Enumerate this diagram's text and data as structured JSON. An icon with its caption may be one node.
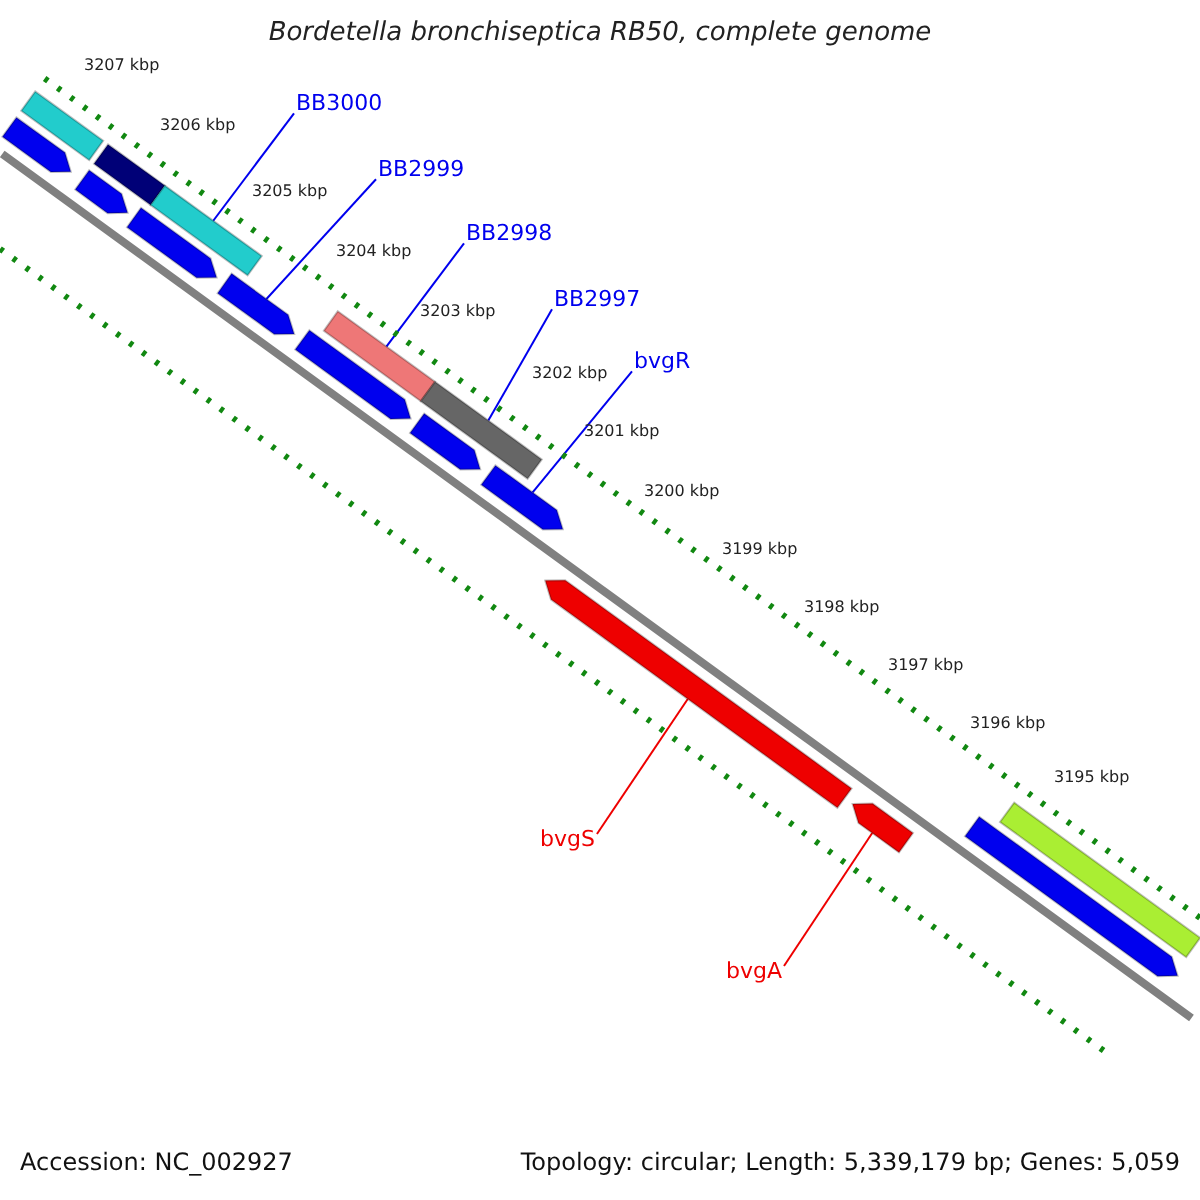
{
  "diagram": {
    "title": "Bordetella bronchiseptica RB50, complete genome",
    "nodes": [
      {
        "text": [
          "BB3000"
        ]
      },
      {
        "text": [
          "BB2999"
        ]
      },
      {
        "text": [
          "BB2998"
        ]
      },
      {
        "text": [
          "BB2997"
        ]
      },
      {
        "text": [
          "bvgR"
        ]
      },
      {
        "text": [
          "bvgS"
        ]
      },
      {
        "text": [
          "bvgA"
        ]
      },
      {
        "text": [],
        "shape": "bar"
      },
      {
        "text": [],
        "shape": "bar"
      },
      {
        "text": [],
        "shape": "bar"
      },
      {
        "text": [],
        "shape": "bar"
      },
      {
        "text": [],
        "shape": "bar"
      },
      {
        "text": [],
        "shape": "bar"
      },
      {
        "text": [],
        "shape": "bar"
      },
      {
        "text": [],
        "shape": "bar"
      },
      {
        "text": [],
        "shape": "bar"
      },
      {
        "text": [],
        "shape": "bar"
      },
      {
        "text": [],
        "shape": "bar"
      },
      {
        "text": [],
        "shape": "bar"
      },
      {
        "text": [],
        "shape": "bar"
      },
      {
        "text": [],
        "shape": "bar"
      },
      {
        "text": [],
        "shape": "bar"
      },
      {
        "text": [],
        "shape": "bar"
      }
    ],
    "edges": [
      {
        "from": 0,
        "to": 11,
        "arrow": "none"
      },
      {
        "from": 1,
        "to": 13,
        "arrow": "none"
      },
      {
        "from": 2,
        "to": 14,
        "arrow": "none"
      },
      {
        "from": 3,
        "to": 16,
        "arrow": "none"
      },
      {
        "from": 4,
        "to": 18,
        "arrow": "none"
      },
      {
        "from": 5,
        "to": 19,
        "arrow": "none",
        "color": "#ee0000"
      },
      {
        "from": 6,
        "to": 20,
        "arrow": "none",
        "color": "#ee0000"
      }
    ],
    "labels": [
      "3207 kbp",
      "3206 kbp",
      "3205 kbp",
      "3204 kbp",
      "3203 kbp",
      "3202 kbp",
      "3201 kbp",
      "3200 kbp",
      "3199 kbp",
      "3198 kbp",
      "3197 kbp",
      "3196 kbp",
      "3195 kbp",
      "Accession: NC_002927",
      "Topology: circular; Length: 5,339,179 bp; Genes: 5,059"
    ]
  }
}
